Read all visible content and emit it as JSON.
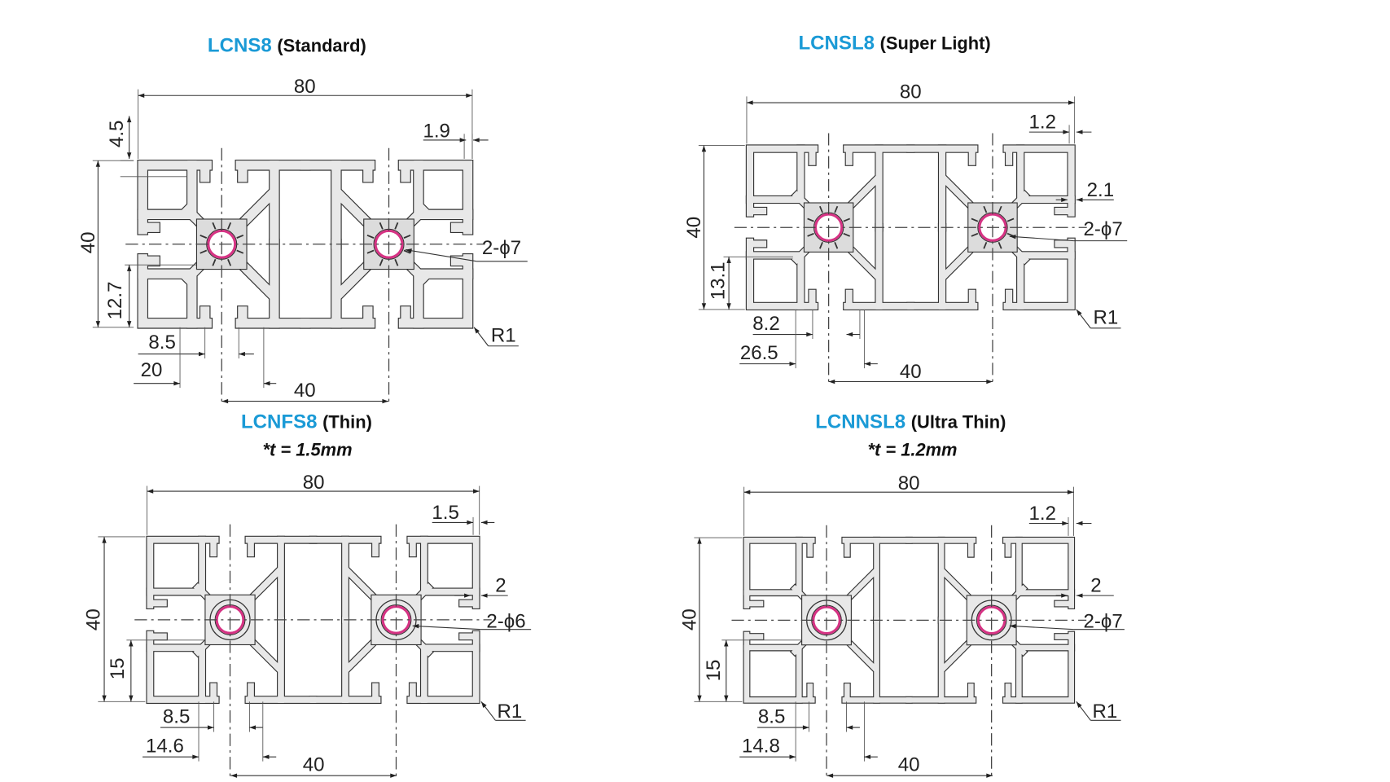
{
  "panels": [
    {
      "code": "LCNS8",
      "name": "(Standard)",
      "note": "",
      "dims": [
        "80",
        "4.5",
        "1.9",
        "40",
        "2-ϕ7",
        "12.7",
        "R1",
        "8.5",
        "20",
        "40"
      ]
    },
    {
      "code": "LCNSL8",
      "name": "(Super Light)",
      "note": "",
      "dims": [
        "80",
        "1.2",
        "2.1",
        "2-ϕ7",
        "40",
        "13.1",
        "R1",
        "8.2",
        "26.5",
        "40"
      ]
    },
    {
      "code": "LCNFS8",
      "name": "(Thin)",
      "note": "*t = 1.5mm",
      "dims": [
        "80",
        "1.5",
        "2",
        "2-ϕ6",
        "40",
        "15",
        "R1",
        "8.5",
        "14.6",
        "40"
      ]
    },
    {
      "code": "LCNNSL8",
      "name": "(Ultra Thin)",
      "note": "*t = 1.2mm",
      "dims": [
        "80",
        "1.2",
        "2",
        "2-ϕ7",
        "40",
        "15",
        "R1",
        "8.5",
        "14.8",
        "40"
      ]
    }
  ],
  "colors": {
    "code": "#1a9ad6",
    "hole_ring": "#d63384",
    "profile_fill": "#e8e8e8",
    "outline": "#333333"
  }
}
